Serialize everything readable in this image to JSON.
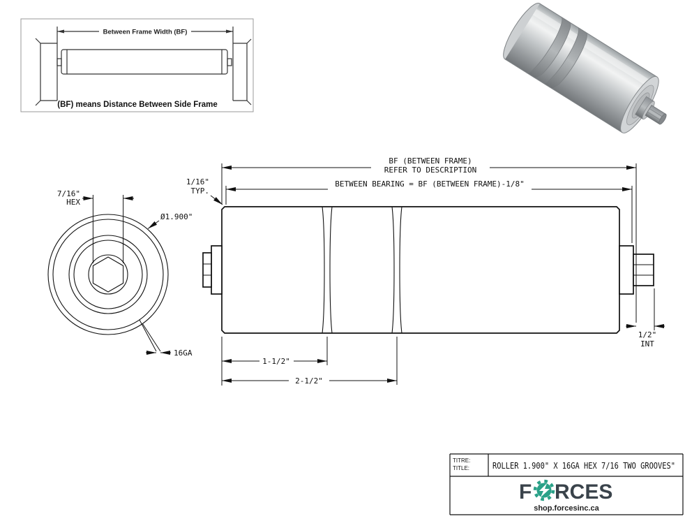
{
  "inset": {
    "dim_label": "Between Frame Width (BF)",
    "caption": "(BF) means Distance Between Side Frame"
  },
  "end_view": {
    "hex_size": "7/16\"",
    "hex_word": "HEX",
    "diameter": "Ø1.900\"",
    "gauge": "16GA"
  },
  "side_view": {
    "bf_line1": "BF (BETWEEN FRAME)",
    "bf_line2": "REFER TO DESCRIPTION",
    "between_bearing": "BETWEEN BEARING = BF (BETWEEN FRAME)-1/8\"",
    "typ_size": "1/16\"",
    "typ_word": "TYP.",
    "groove1_dim": "1-1/2\"",
    "groove2_dim": "2-1/2\"",
    "int_size": "1/2\"",
    "int_word": "INT"
  },
  "title_block": {
    "label_titre": "TITRE:",
    "label_title": "TITLE:",
    "drawing_title": "ROLLER 1.900\" X 16GA HEX 7/16 TWO GROOVES\"",
    "brand_first": "F",
    "brand_rest": "RCES",
    "website": "shop.forcesinc.ca",
    "accent_color": "#2aa188",
    "brand_color": "#3a434b"
  }
}
